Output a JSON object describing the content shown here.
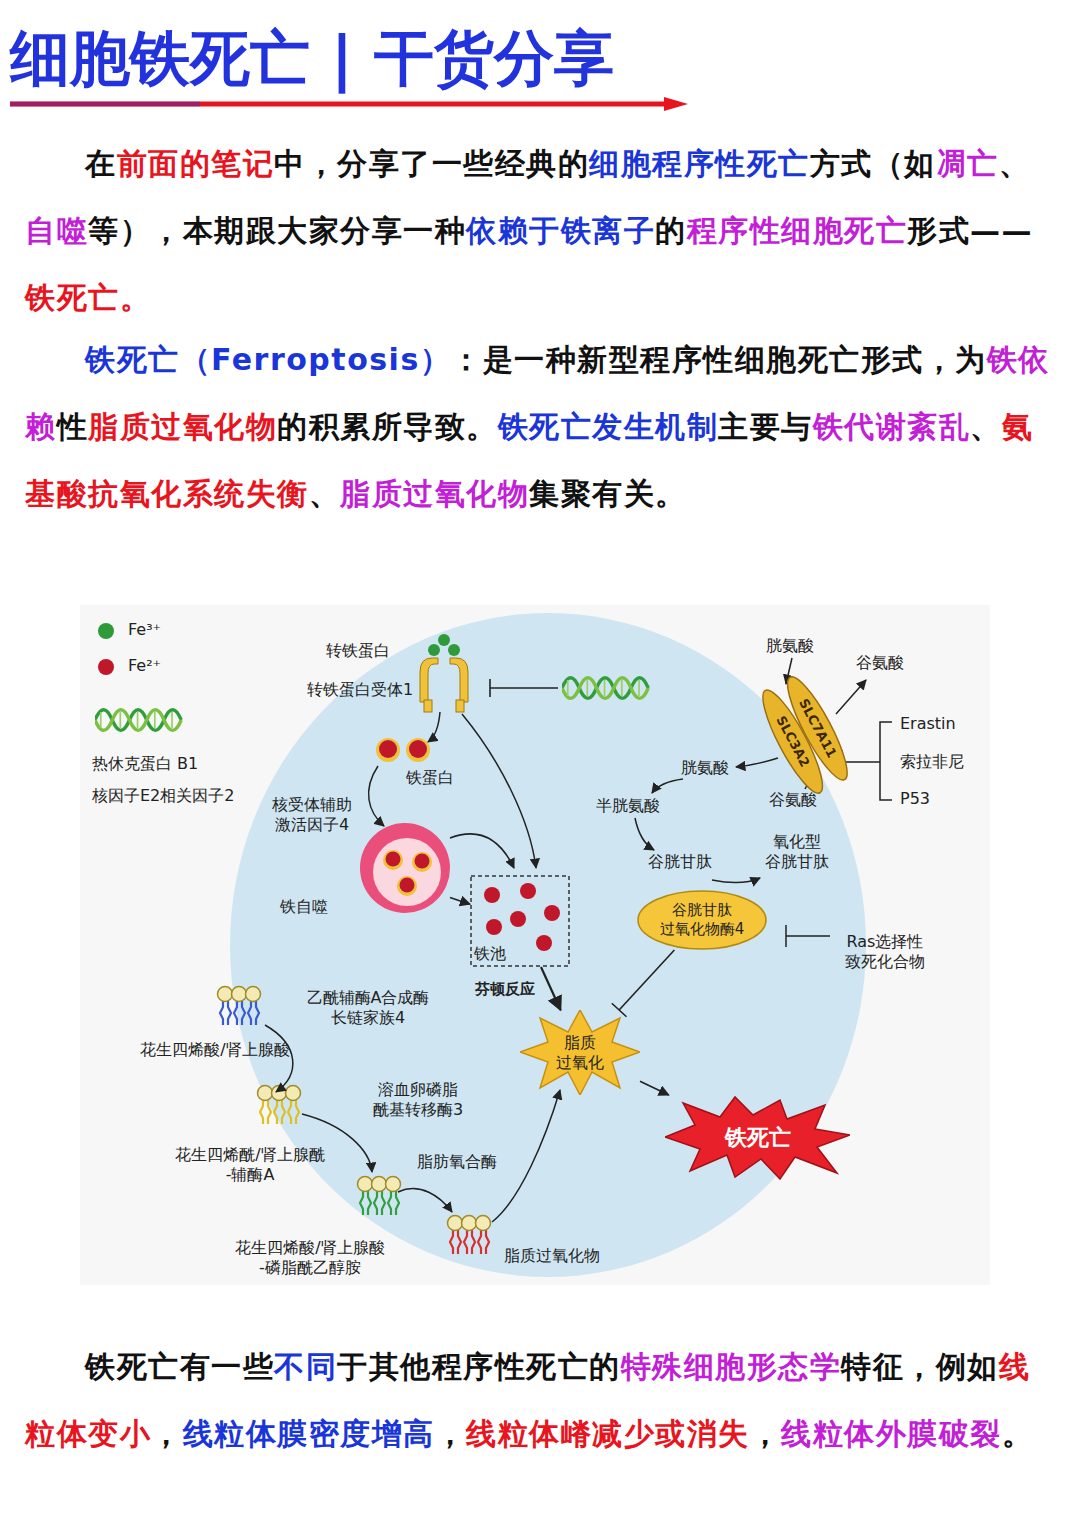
{
  "diagram": {
    "title": "细胞铁死亡 | 干货分享",
    "nodes": [
      {
        "text": [
          "SLC7A11",
          "SLC3A2"
        ]
      },
      {
        "text": [
          "铁自噬"
        ]
      },
      {
        "text": [
          "铁池"
        ]
      },
      {
        "text": [
          "谷胱甘肽 过氧化物酶4"
        ]
      },
      {
        "text": [
          "脂质 过氧化"
        ]
      },
      {
        "text": [
          "铁死亡"
        ]
      }
    ],
    "edges": [
      {
        "from": 1,
        "to": 2,
        "arrow": "to"
      },
      {
        "from": 2,
        "to": 4,
        "label": "芬顿反应",
        "arrow": "to"
      },
      {
        "from": 3,
        "to": 4,
        "arrow": "none"
      },
      {
        "from": 4,
        "to": 5,
        "arrow": "to"
      }
    ],
    "labels": [
      "转铁蛋白",
      "转铁蛋白受体1",
      "铁蛋白",
      "核受体辅助 激活因子4",
      "胱氨酸",
      "谷氨酸",
      "Erastin",
      "索拉非尼",
      "P53",
      "胱氨酸",
      "谷氨酸",
      "半胱氨酸",
      "谷胱甘肽",
      "氧化型 谷胱甘肽",
      "Ras选择性 致死化合物",
      "乙酰辅酶A合成酶 长链家族4",
      "花生四烯酸/肾上腺酸",
      "溶血卵磷脂 酰基转移酶3",
      "花生四烯酰/肾上腺酰 -辅酶A",
      "脂肪氧合酶",
      "花生四烯酸/肾上腺酸 -磷脂酰乙醇胺",
      "脂质过氧化物",
      "在",
      "前面的笔记",
      "中，分享了一些经典的",
      "细胞程序性死亡",
      "方式（如",
      "凋亡",
      "、",
      "自噬",
      "等），本期跟大家分享一种",
      "依赖于铁离子",
      "的",
      "程序性细胞死亡",
      "形式——",
      "铁死亡。",
      "铁死亡（Ferroptosis）",
      "：是一种新型程序性细胞死亡形式，为",
      "铁依赖",
      "性",
      "脂质过氧化物",
      "的积累所导致。",
      "铁死亡发生机制",
      "主要与",
      "铁代谢紊乱",
      "、",
      "氨基酸抗氧化系统失衡",
      "、",
      "脂质过氧化物",
      "集聚有关。",
      "铁死亡有一些",
      "不同",
      "于其他程序性死亡的",
      "特殊细胞形态学",
      "特征，例如",
      "线粒体变小",
      "，",
      "线粒体膜密度增高",
      "，",
      "线粒体嵴减少或消失",
      "，",
      "线粒体外膜破裂",
      "。"
    ],
    "legend": [
      {
        "text": "Fe³⁺",
        "color": "#2e9a3a"
      },
      {
        "text": "Fe²⁺",
        "color": "#c0182a"
      },
      {
        "text": "热休克蛋白 B1"
      },
      {
        "text": "核因子E2相关因子2"
      }
    ]
  }
}
